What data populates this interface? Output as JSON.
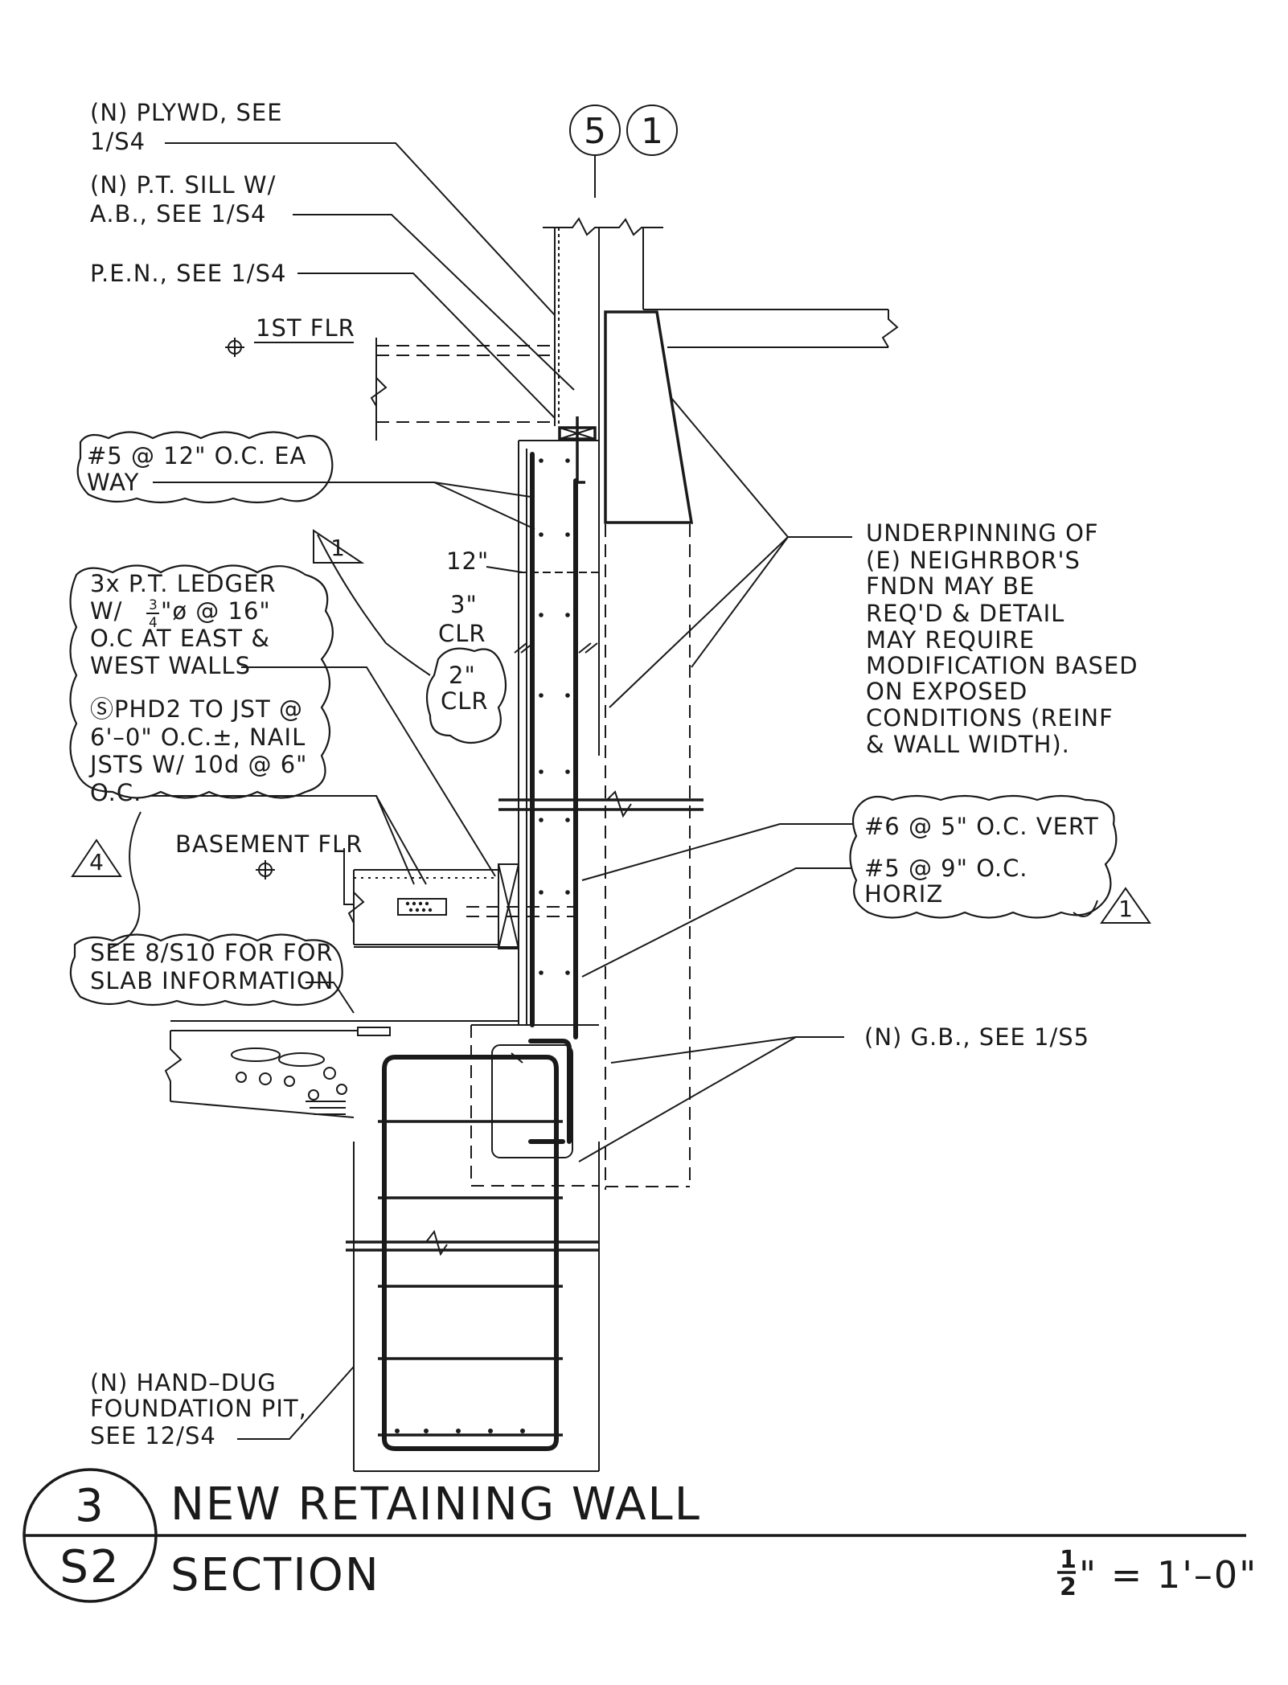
{
  "grid_bubble": {
    "left": "5",
    "right": "1"
  },
  "notes": {
    "plywd": [
      "(N) PLYWD, SEE",
      "1/S4"
    ],
    "sill": [
      "(N) P.T. SILL W/",
      "A.B., SEE 1/S4"
    ],
    "pen": "P.E.N., SEE 1/S4",
    "first_flr": "1ST FLR",
    "rebar_ea_way": [
      "#5 @ 12\" O.C. EA",
      "WAY"
    ],
    "dim_12": "12\"",
    "dim_3clr": [
      "3\"",
      "CLR"
    ],
    "dim_2clr": [
      "2\"",
      "CLR"
    ],
    "ledger": [
      "3x P.T. LEDGER",
      "W/",
      "\"ø @ 16\"",
      "O.C AT EAST &",
      "WEST WALLS"
    ],
    "ledger_frac": {
      "num": "3",
      "den": "4"
    },
    "phd2": [
      "ⓈPHD2 TO JST @",
      "6'–0\" O.C.±, NAIL",
      "JSTS W/ 10d @ 6\"",
      "O.C."
    ],
    "basement_flr": "BASEMENT FLR",
    "slab": [
      "SEE 8/S10 FOR FOR",
      "SLAB INFORMATION"
    ],
    "underpinning": [
      "UNDERPINNING OF",
      "(E) NEIGHRBOR'S",
      "FNDN MAY BE",
      "REQ'D & DETAIL",
      "MAY REQUIRE",
      "MODIFICATION BASED",
      "ON EXPOSED",
      "CONDITIONS (REINF",
      "& WALL WIDTH)."
    ],
    "vert": "#6 @ 5\" O.C. VERT",
    "horiz": [
      "#5 @ 9\" O.C.",
      "HORIZ"
    ],
    "gb": "(N) G.B., SEE 1/S5",
    "pit": [
      "(N) HAND–DUG",
      "FOUNDATION PIT,",
      "SEE 12/S4"
    ]
  },
  "revisions": {
    "rev1_a": "1",
    "rev1_b": "1",
    "rev4": "4"
  },
  "title_block": {
    "detail_number": "3",
    "sheet_number": "S2",
    "title_line1": "NEW RETAINING WALL",
    "title_line2": "SECTION",
    "scale_num": "1",
    "scale_den": "2",
    "scale_rest": "\" = 1'–0\""
  }
}
